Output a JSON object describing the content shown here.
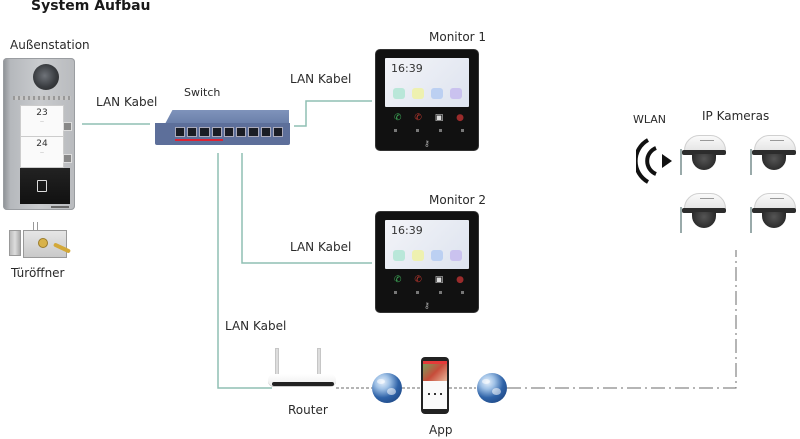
{
  "title": "System Aufbau",
  "components": {
    "door_station": {
      "label": "Außenstation",
      "buttons": [
        {
          "number": "23"
        },
        {
          "number": "24"
        }
      ]
    },
    "door_opener": {
      "label": "Türöffner"
    },
    "switch": {
      "label": "Switch"
    },
    "monitor_1": {
      "label": "Monitor 1",
      "clock": "16:39"
    },
    "monitor_2": {
      "label": "Monitor 2",
      "clock": "16:39"
    },
    "router": {
      "label": "Router"
    },
    "app": {
      "label": "App"
    },
    "wlan": {
      "label": "WLAN"
    },
    "ip_cameras": {
      "label": "IP Kameras",
      "count": 4
    }
  },
  "connections": [
    {
      "from": "door_station",
      "to": "switch",
      "label": "LAN Kabel",
      "style": "solid"
    },
    {
      "from": "switch",
      "to": "monitor_1",
      "label": "LAN Kabel",
      "style": "solid"
    },
    {
      "from": "switch",
      "to": "monitor_2",
      "label": "LAN Kabel",
      "style": "solid"
    },
    {
      "from": "switch",
      "to": "router",
      "label": "LAN Kabel",
      "style": "solid"
    },
    {
      "from": "router",
      "to": "internet_1",
      "label": "",
      "style": "dashed"
    },
    {
      "from": "internet_1",
      "to": "app",
      "label": "",
      "style": "dashed"
    },
    {
      "from": "app",
      "to": "internet_2",
      "label": "",
      "style": "dashed"
    },
    {
      "from": "internet_2",
      "to": "ip_cameras",
      "label": "",
      "style": "dash-dot"
    }
  ],
  "colors": {
    "lan_cable": "#8fbfb3",
    "internet_link": "#6b6b6b",
    "switch_body": "#6a7fa9"
  }
}
